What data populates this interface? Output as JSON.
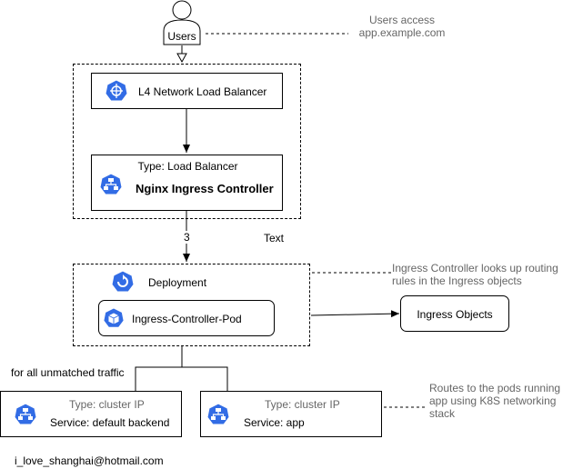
{
  "colors": {
    "k8s_blue": "#326CE5",
    "note_text": "#666666",
    "line": "#000000"
  },
  "users": {
    "label": "Users",
    "icon": "person-icon"
  },
  "notes": {
    "users": [
      "Users access",
      "app.example.com"
    ],
    "ingress_lookup": [
      "Ingress Controller looks up routing",
      "rules in the Ingress objects"
    ],
    "routes": [
      "Routes to the pods running",
      "app using K8S networking",
      "stack"
    ]
  },
  "nlb": {
    "label": "L4 Network Load Balancer",
    "icon": "load-balancer-icon"
  },
  "ingress_controller": {
    "type": "Type: Load Balancer",
    "name": "Nginx Ingress Controller",
    "icon": "service-icon"
  },
  "edge_label": "3",
  "floating_text": "Text",
  "deployment": {
    "label": "Deployment",
    "icon": "deployment-icon"
  },
  "pod": {
    "label": "Ingress-Controller-Pod",
    "icon": "pod-icon"
  },
  "ingress_objects": {
    "label": "Ingress Objects"
  },
  "unmatched_label": "for all unmatched traffic",
  "service_default": {
    "type": "Type: cluster IP",
    "name": "Service: default backend",
    "icon": "service-icon"
  },
  "service_app": {
    "type": "Type: cluster IP",
    "name": "Service: app",
    "icon": "service-icon"
  },
  "footer_email": "i_love_shanghai@hotmail.com"
}
